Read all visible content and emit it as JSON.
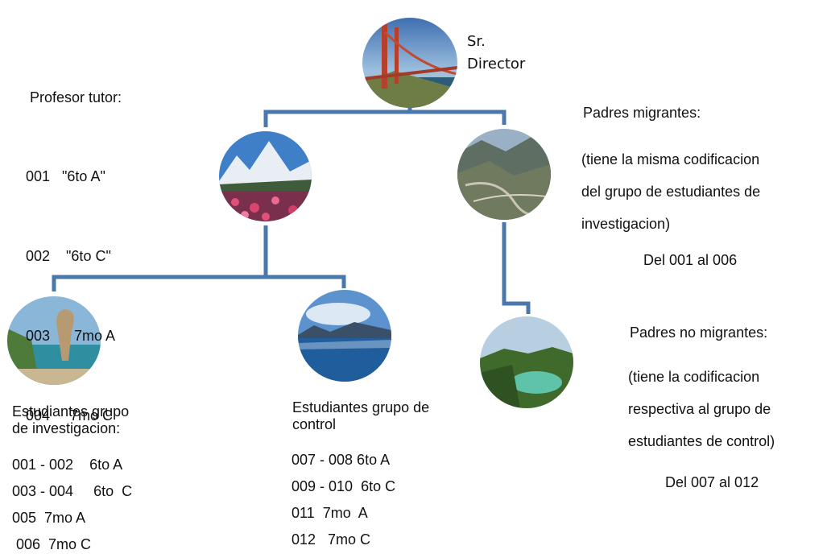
{
  "director": {
    "title_line1": "Sr.",
    "title_line2": "Director"
  },
  "profesor_tutor": {
    "heading": "Profesor tutor:",
    "rows": [
      "001   \"6to A\"",
      "002    \"6to C\"",
      "003      7mo A",
      "004     7mo C"
    ]
  },
  "padres_migrantes": {
    "heading": "Padres migrantes:",
    "lines": [
      "(tiene la misma codificacion",
      "del grupo de estudiantes de",
      "investigacion)"
    ],
    "range": "Del 001 al 006"
  },
  "padres_no_migrantes": {
    "heading": "Padres no migrantes:",
    "lines": [
      "(tiene la codificacion",
      "respectiva al grupo de",
      "estudiantes de control)"
    ],
    "range": "Del 007 al 012"
  },
  "grupo_investigacion": {
    "heading_line1": "Estudiantes grupo",
    "heading_line2": "de investigacion:",
    "rows": [
      "001 - 002    6to A",
      "003 - 004     6to  C",
      "005  7mo A",
      " 006  7mo C"
    ]
  },
  "grupo_control": {
    "heading_line1": "Estudiantes grupo de",
    "heading_line2": "control",
    "rows": [
      "007 - 008 6to A",
      "009 - 010  6to C",
      "011  7mo  A",
      "012   7mo C"
    ]
  },
  "colors": {
    "connector": "#4a78ad"
  }
}
